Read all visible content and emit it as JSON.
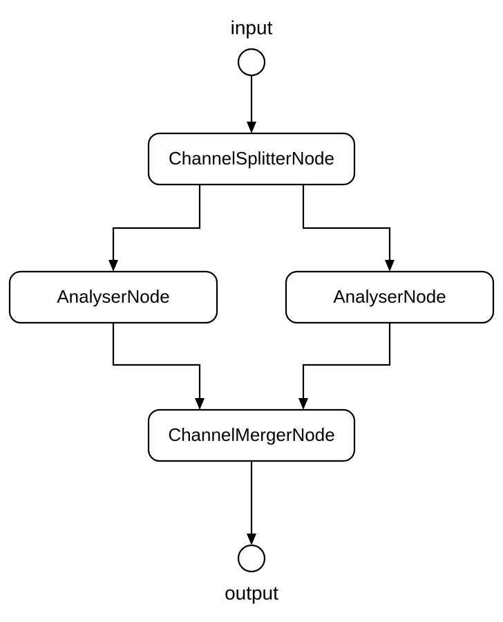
{
  "diagram": {
    "type": "flowchart",
    "title": "",
    "background_color": "#ffffff",
    "stroke_color": "#000000",
    "endpoints": [
      {
        "id": "input",
        "label": "input",
        "role": "source",
        "label_position": "above"
      },
      {
        "id": "output",
        "label": "output",
        "role": "sink",
        "label_position": "below"
      }
    ],
    "nodes": [
      {
        "id": "splitter",
        "label": "ChannelSplitterNode"
      },
      {
        "id": "analyser-left",
        "label": "AnalyserNode"
      },
      {
        "id": "analyser-right",
        "label": "AnalyserNode"
      },
      {
        "id": "merger",
        "label": "ChannelMergerNode"
      }
    ],
    "edges": [
      {
        "from": "input",
        "to": "splitter"
      },
      {
        "from": "splitter",
        "to": "analyser-left"
      },
      {
        "from": "splitter",
        "to": "analyser-right"
      },
      {
        "from": "analyser-left",
        "to": "merger"
      },
      {
        "from": "analyser-right",
        "to": "merger"
      },
      {
        "from": "merger",
        "to": "output"
      }
    ]
  }
}
